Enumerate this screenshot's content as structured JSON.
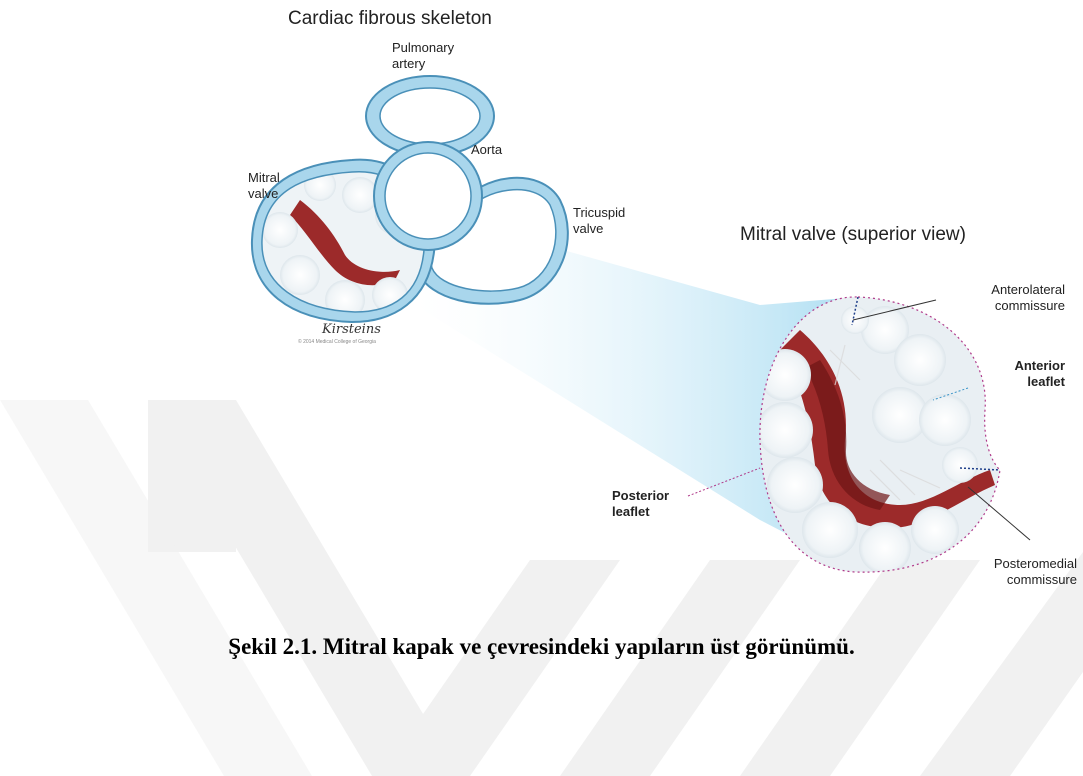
{
  "figure": {
    "title": "Cardiac fibrous skeleton",
    "inset_title": "Mitral valve (superior view)",
    "labels": {
      "pulmonary_artery": "Pulmonary\nartery",
      "aorta": "Aorta",
      "mitral_valve": "Mitral\nvalve",
      "tricuspid_valve": "Tricuspid\nvalve",
      "anterolateral_commissure": "Anterolateral\ncommissure",
      "anterior_leaflet": "Anterior\nleaflet",
      "posterior_leaflet": "Posterior\nleaflet",
      "posteromedial_commissure": "Posteromedial\ncommissure"
    },
    "signature": "Kirsteins",
    "signature_sub": "© 2014 Medical College of Georgia"
  },
  "caption": "Şekil 2.1. Mitral kapak ve çevresindeki yapıların üst görünümü.",
  "colors": {
    "ring_fill": "#a9d6ec",
    "ring_stroke": "#4a90b8",
    "tissue": "#9c2a2a",
    "tissue_dark": "#6e1616",
    "leaflet_white": "#f4f7f9",
    "beam": "#bfe6f6",
    "watermark": "#f1f1f1"
  }
}
